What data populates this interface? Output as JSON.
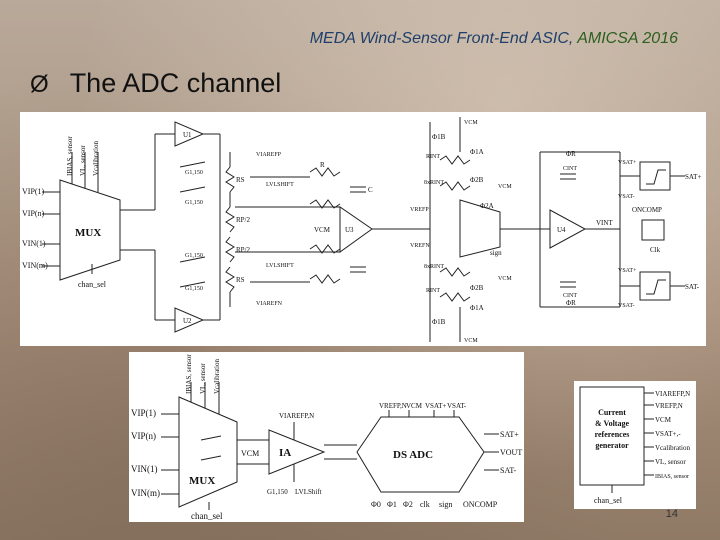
{
  "header": {
    "title_main": "MEDA Wind-Sensor Front-End ASIC,",
    "title_conf": "AMICSA 2016"
  },
  "slide": {
    "heading": "The ADC channel",
    "bullet_glyph": "Ø",
    "page_number": "14"
  },
  "top_schematic": {
    "inputs": [
      "VIP(1)",
      "VIP(n)",
      "VIN(1)",
      "VIN(m)"
    ],
    "top_controls": [
      "IBIAS, sensor",
      "VL, sensor",
      "Vcalibration"
    ],
    "mux": "MUX",
    "chan_sel": "chan_sel",
    "u1": "U1",
    "u2": "U2",
    "u3": "U3",
    "u4": "U4",
    "g1": "G1,150",
    "g2": "G1,150",
    "g3": "G1,150",
    "g4": "G1,150",
    "rs1": "RS",
    "rs2": "RS",
    "rp1": "RP/2",
    "rp2": "RP/2",
    "viarefp": "VIAREFP",
    "viaren": "VIAREFN",
    "lvl1": "LVLSHIFT",
    "lvl2": "LVLSHIFT",
    "r": "R",
    "c": "C",
    "vcm": "VCM",
    "vcm_top": "VCM",
    "vcm_bot": "VCM",
    "phi1b_top": "Φ1B",
    "phi1b_bot": "Φ1B",
    "phi1a_top": "Φ1A",
    "phi1a_bot": "Φ1A",
    "phi2a": "Φ2A",
    "phi2b_top": "Φ2B",
    "phi2b_bot": "Φ2B",
    "phir_top": "ΦR",
    "phir_bot": "ΦR",
    "rint_top": "RINT",
    "rint_bot": "RINT",
    "rint8_top": "8xRINT",
    "rint8_bot": "8xRINT",
    "vrefp": "VREFP",
    "vrefn": "VREFN",
    "sign": "sign",
    "cint_top": "CINT",
    "cint_bot": "CINT",
    "vcm_int": "VCM",
    "vcm_int2": "VCM",
    "vint": "VINT",
    "clk": "Clk",
    "oncomp": "ONCOMP",
    "vsat_p1": "VSAT+",
    "vsat_m1": "VSAT-",
    "vsat_p2": "VSAT+",
    "vsat_m2": "VSAT-",
    "sat_p": "SAT+",
    "sat_m": "SAT-"
  },
  "block_diagram": {
    "inputs": [
      "VIP(1)",
      "VIP(n)",
      "VIN(1)",
      "VIN(m)"
    ],
    "top_controls": [
      "IBIAS, sensor",
      "VL, sensor",
      "Vcalibration"
    ],
    "mux": "MUX",
    "chan_sel": "chan_sel",
    "vcm": "VCM",
    "ia": "IA",
    "viarefpn": "VIAREFP,N",
    "gain": "G1,150",
    "lvl": "LVLShift",
    "ds_adc": "DS ADC",
    "adc_top": [
      "VREFP,N",
      "VCM",
      "VSAT+",
      "VSAT-"
    ],
    "adc_bottom": [
      "Φ0",
      "Φ1",
      "Φ2",
      "clk",
      "sign",
      "ONCOMP"
    ],
    "outputs": [
      "SAT+",
      "VOUT",
      "SAT-"
    ]
  },
  "ref_generator": {
    "label_lines": [
      "Current",
      "& Voltage",
      "references",
      "generator"
    ],
    "outputs": [
      "VIAREFP,N",
      "VREFP,N",
      "VCM",
      "VSAT+,-",
      "Vcalibration",
      "VL, sensor",
      "IBIAS, sensor"
    ],
    "chan_sel": "chan_sel"
  }
}
